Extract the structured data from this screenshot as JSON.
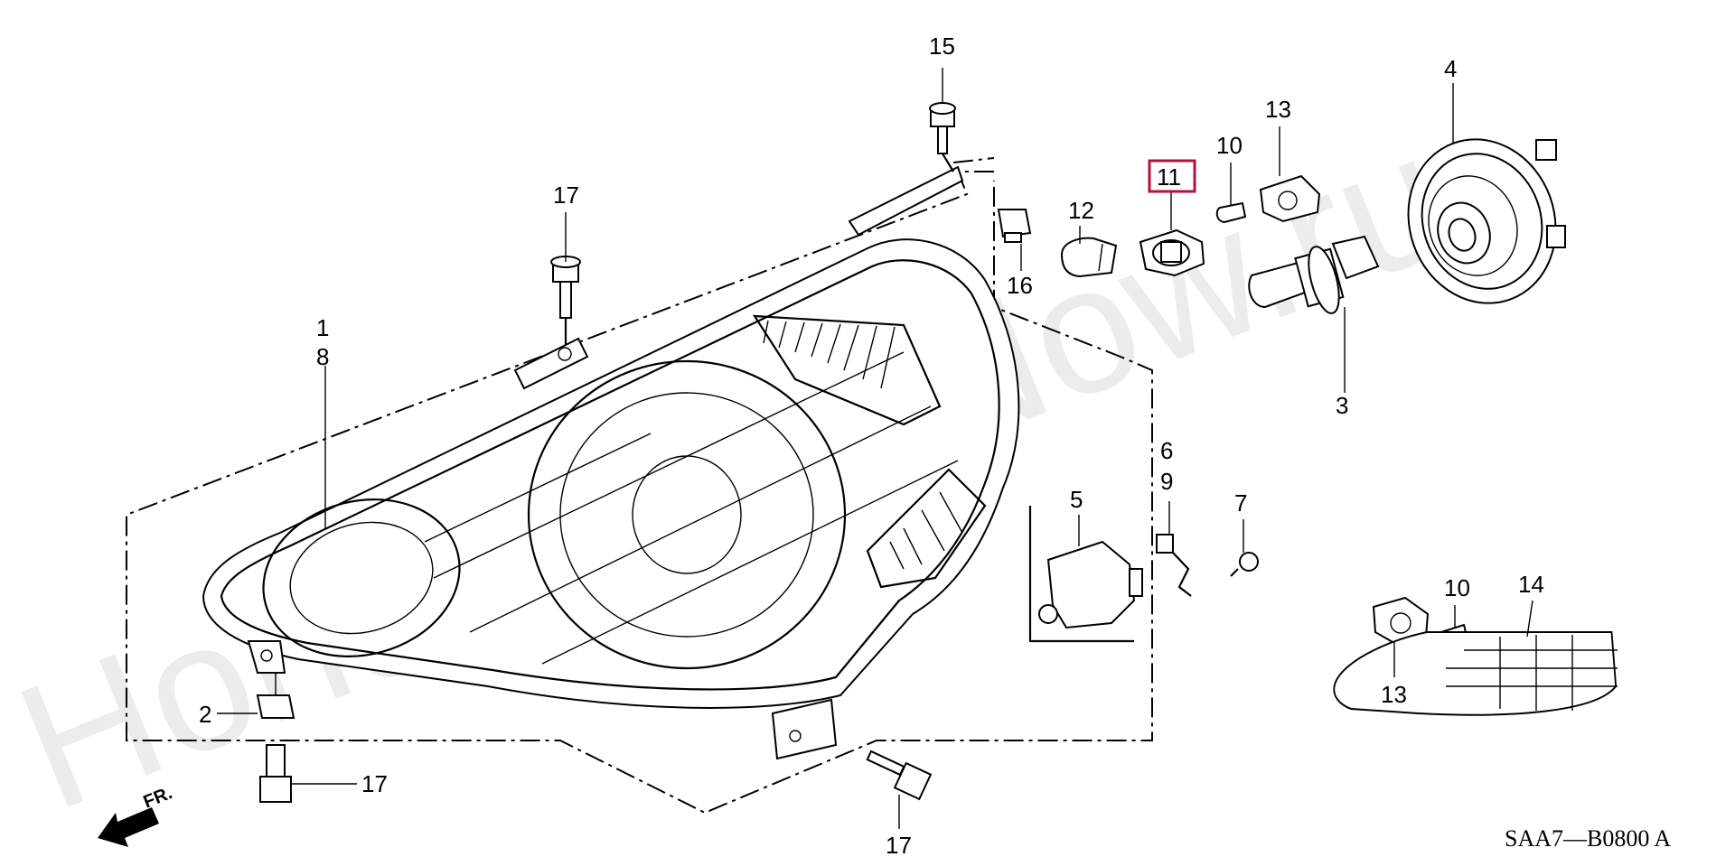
{
  "diagram": {
    "labels": {
      "p1": "1",
      "p8": "8",
      "p2": "2",
      "p3": "3",
      "p4": "4",
      "p5": "5",
      "p6": "6",
      "p9": "9",
      "p7": "7",
      "p10a": "10",
      "p10b": "10",
      "p11": "11",
      "p12": "12",
      "p13a": "13",
      "p13b": "13",
      "p14": "14",
      "p15": "15",
      "p16": "16",
      "p17a": "17",
      "p17b": "17",
      "p17c": "17"
    },
    "highlighted_part": "11",
    "direction_label": "FR.",
    "diagram_code": "SAA7—B0800 A",
    "watermark": "HondaPartsNow.ru",
    "highlight_color": "#b0113a"
  }
}
